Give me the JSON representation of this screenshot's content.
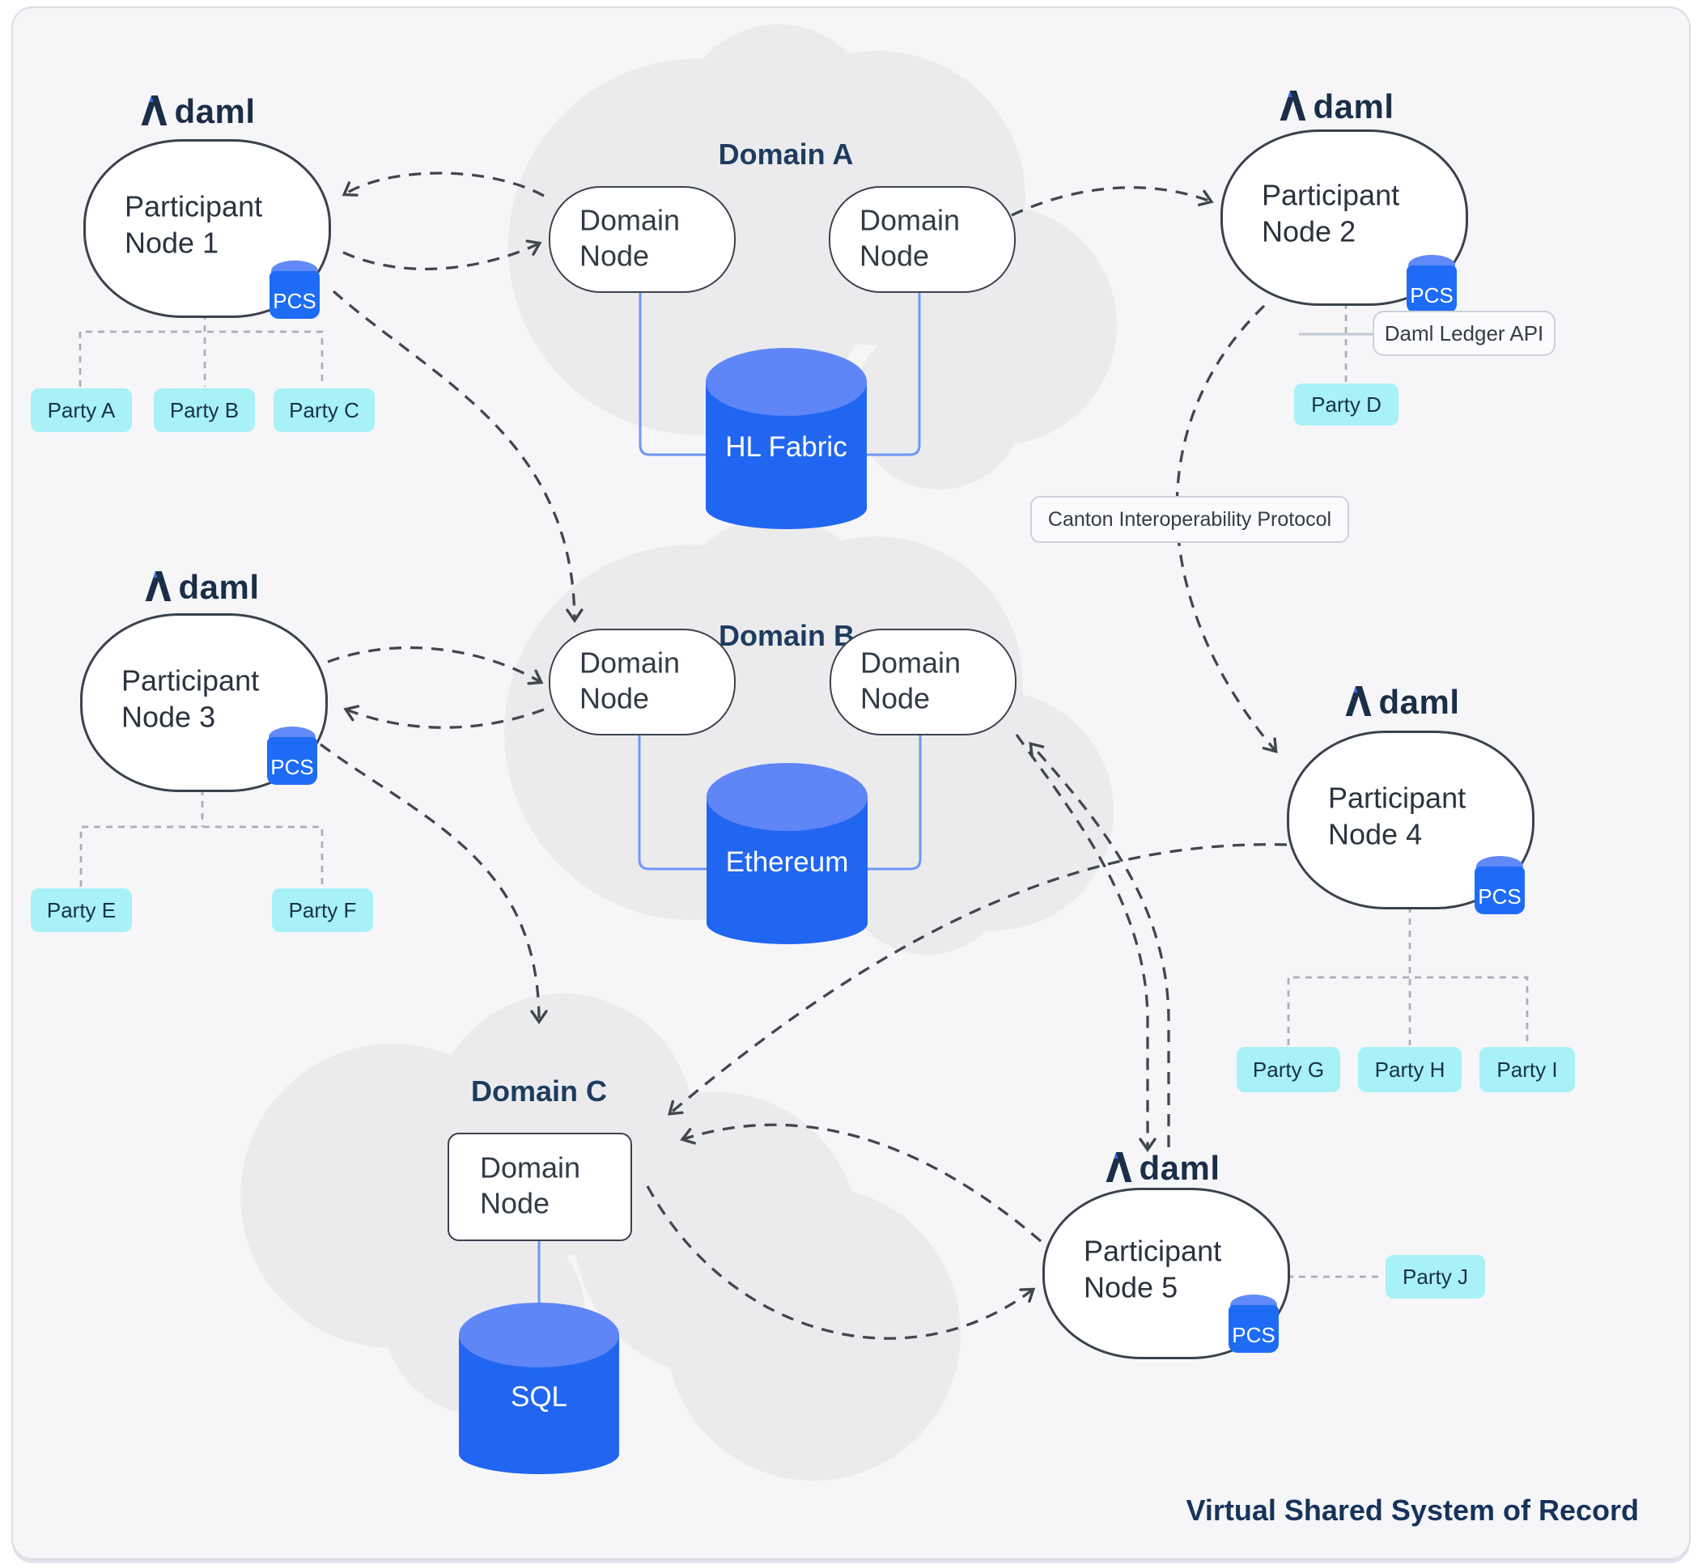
{
  "diagram": {
    "logo": {
      "brand": "daml"
    },
    "participants": [
      {
        "title": "Participant Node 1",
        "badge": "PCS",
        "parties": [
          "Party A",
          "Party B",
          "Party C"
        ]
      },
      {
        "title": "Participant Node 2",
        "badge": "PCS",
        "parties": [
          "Party D"
        ]
      },
      {
        "title": "Participant Node 3",
        "badge": "PCS",
        "parties": [
          "Party E",
          "Party F"
        ]
      },
      {
        "title": "Participant Node 4",
        "badge": "PCS",
        "parties": [
          "Party G",
          "Party H",
          "Party I"
        ]
      },
      {
        "title": "Participant Node 5",
        "badge": "PCS",
        "parties": [
          "Party J"
        ]
      }
    ],
    "domains": [
      {
        "title": "Domain A",
        "nodes": [
          "Domain Node",
          "Domain Node"
        ],
        "ledger": "HL Fabric"
      },
      {
        "title": "Domain B",
        "nodes": [
          "Domain Node",
          "Domain Node"
        ],
        "ledger": "Ethereum"
      },
      {
        "title": "Domain C",
        "nodes": [
          "Domain Node"
        ],
        "ledger": "SQL"
      }
    ],
    "labels": {
      "interop": "Canton Interoperability Protocol",
      "ledger_api": "Daml Ledger API",
      "footer": "Virtual Shared System of Record"
    },
    "colors": {
      "brand_navy": "#1b2e48",
      "accent_blue": "#2166f1",
      "cylinder_top": "#5f86f7",
      "pcs_blue": "#1e6cf6",
      "party_cyan": "#a8f1f7",
      "cloud_gray": "#ebebed",
      "panel_bg": "#f6f6f8",
      "arrow_dark": "#40474e",
      "domain_title_navy": "#1d3c5f",
      "footer_navy": "#16335b",
      "connector_blue": "#6e97f9",
      "tree_gray": "#a8aeba"
    }
  }
}
